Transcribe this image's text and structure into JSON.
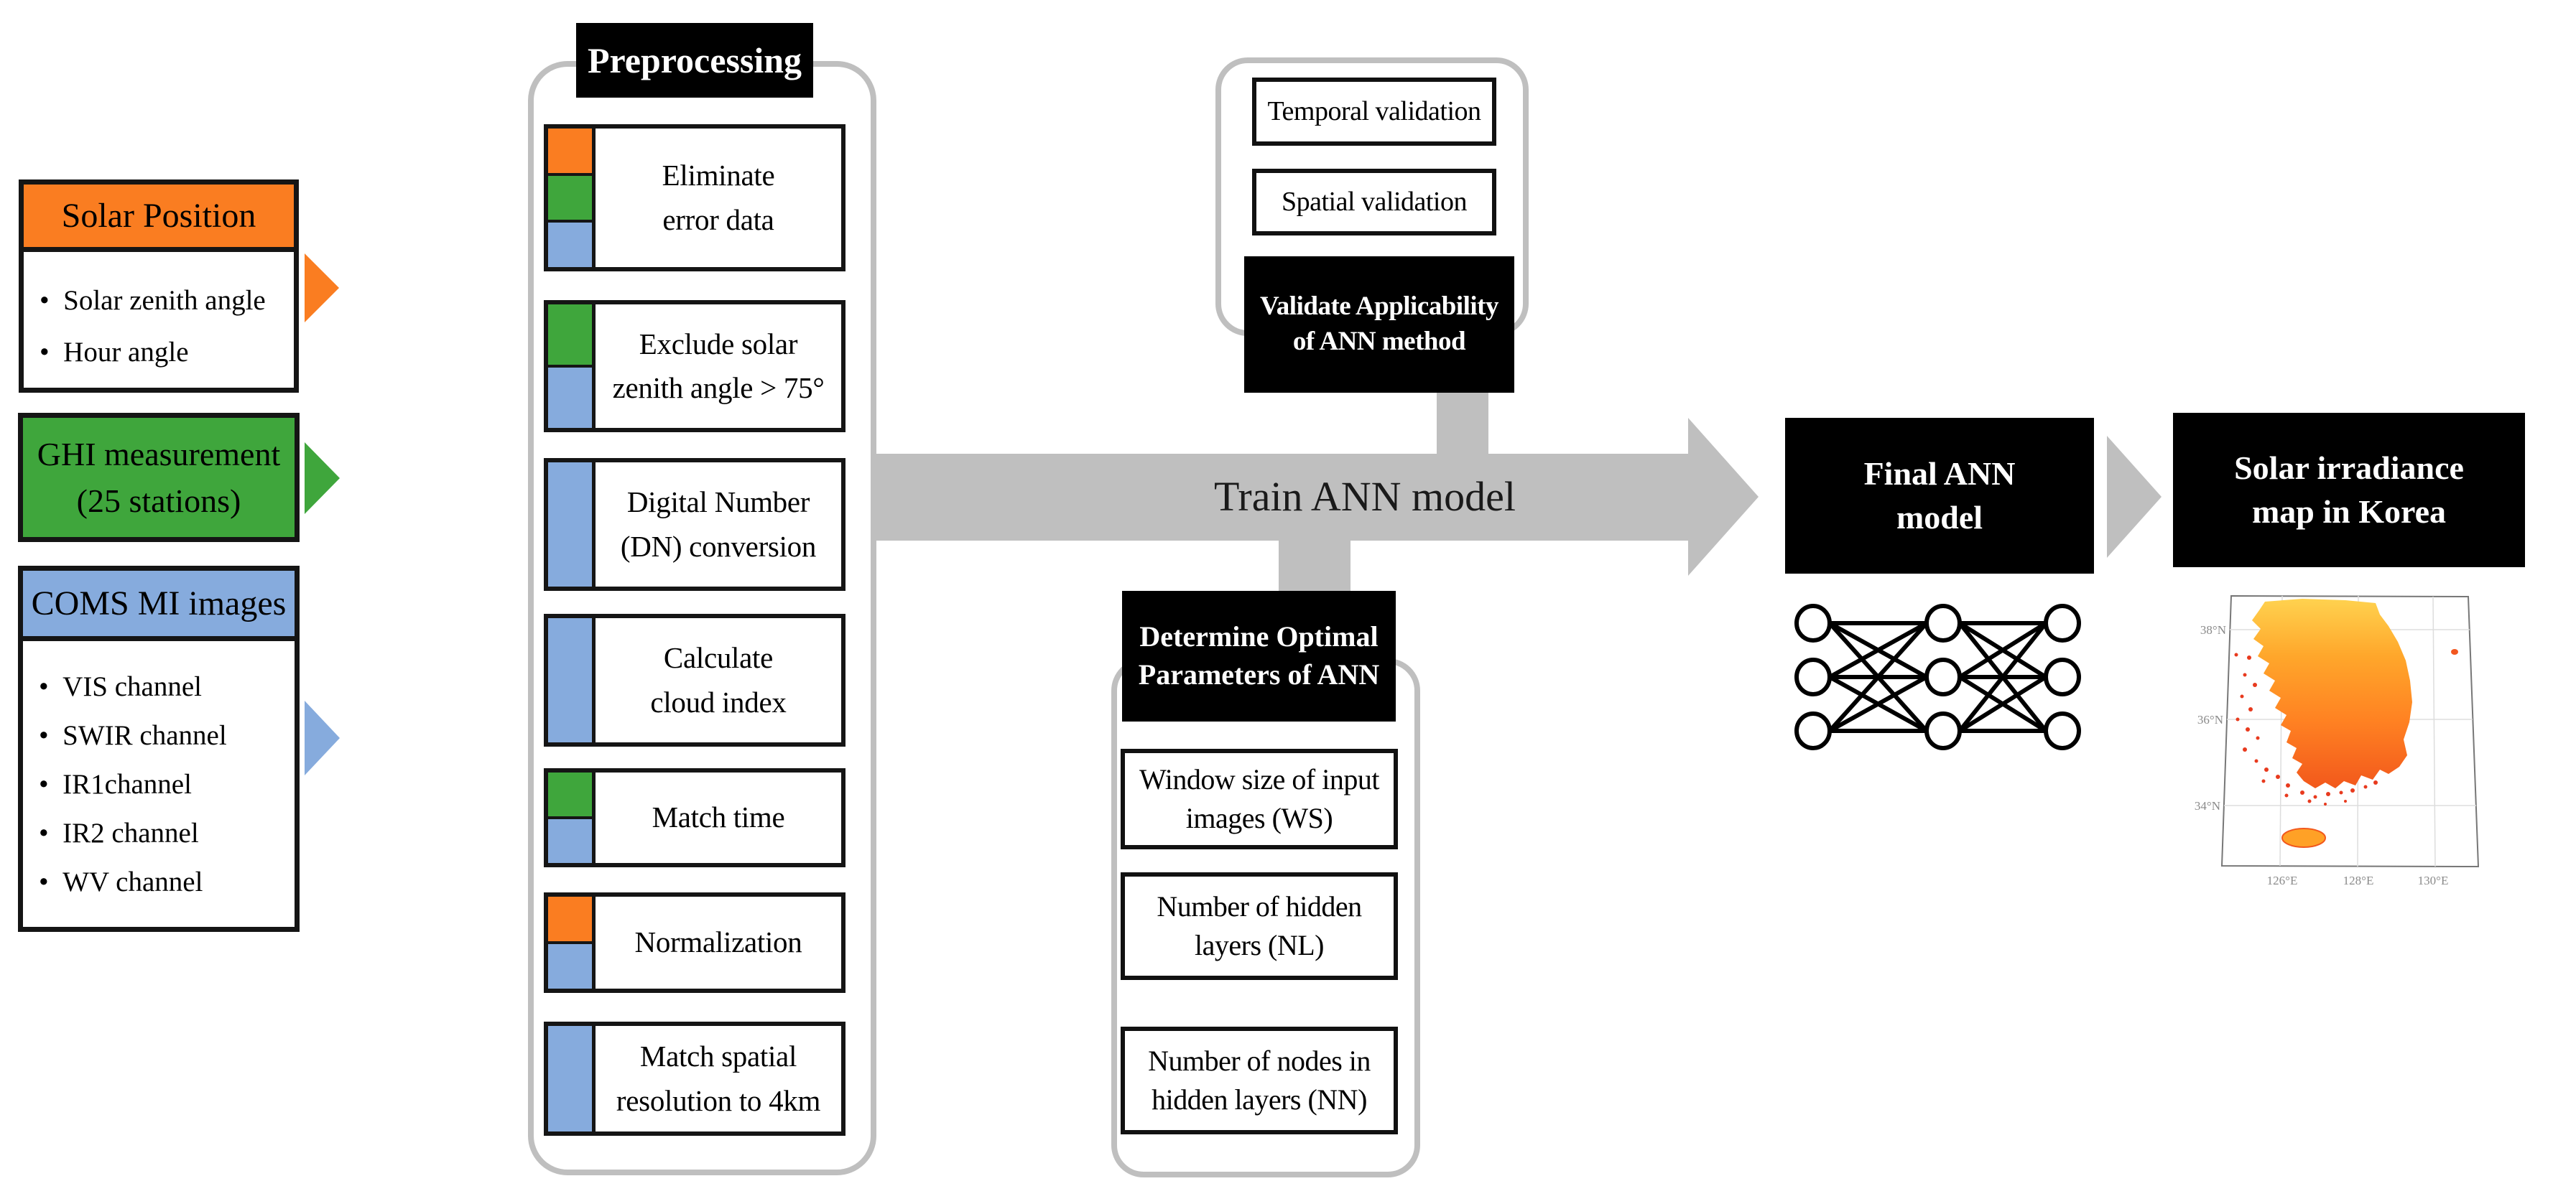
{
  "palette": {
    "orange": "#FA7D21",
    "green": "#3FA63C",
    "blue": "#86ABDD",
    "arrow_gray": "#BFBFBF",
    "box_black": "#000000"
  },
  "inputs": {
    "solar": {
      "header": "Solar Position",
      "items": [
        "Solar zenith angle",
        "Hour angle"
      ]
    },
    "ghi": {
      "label": "GHI measurement\n(25 stations)"
    },
    "coms": {
      "header": "COMS MI images",
      "items": [
        "VIS channel",
        "SWIR channel",
        "IR1channel",
        "IR2 channel",
        "WV channel"
      ]
    }
  },
  "preprocessing": {
    "title": "Preprocessing",
    "steps": [
      {
        "label": "Eliminate\nerror data",
        "sources": [
          "orange",
          "green",
          "blue"
        ]
      },
      {
        "label": "Exclude solar\nzenith angle > 75°",
        "sources": [
          "green",
          "blue"
        ]
      },
      {
        "label": "Digital Number\n(DN) conversion",
        "sources": [
          "blue"
        ]
      },
      {
        "label": "Calculate\ncloud index",
        "sources": [
          "blue"
        ]
      },
      {
        "label": "Match time",
        "sources": [
          "green",
          "blue"
        ]
      },
      {
        "label": "Normalization",
        "sources": [
          "orange",
          "blue"
        ]
      },
      {
        "label": "Match spatial\nresolution to 4km",
        "sources": [
          "blue"
        ]
      }
    ]
  },
  "train_arrow": {
    "label": "Train ANN model"
  },
  "validation": {
    "boxes": [
      "Temporal validation",
      "Spatial validation"
    ],
    "title": "Validate Applicability\nof ANN method"
  },
  "parameters": {
    "title": "Determine Optimal\nParameters of ANN",
    "boxes": [
      "Window size of input\nimages (WS)",
      "Number of hidden\nlayers (NL)",
      "Number of nodes in\nhidden layers (NN)"
    ]
  },
  "final_model": {
    "label": "Final ANN\nmodel",
    "network": {
      "layers": 3,
      "nodes_per_layer": 3
    }
  },
  "output": {
    "label": "Solar irradiance\nmap in Korea",
    "map": {
      "lat_labels": [
        "38°N",
        "36°N",
        "34°N"
      ],
      "lon_labels": [
        "126°E",
        "128°E",
        "130°E"
      ]
    }
  }
}
